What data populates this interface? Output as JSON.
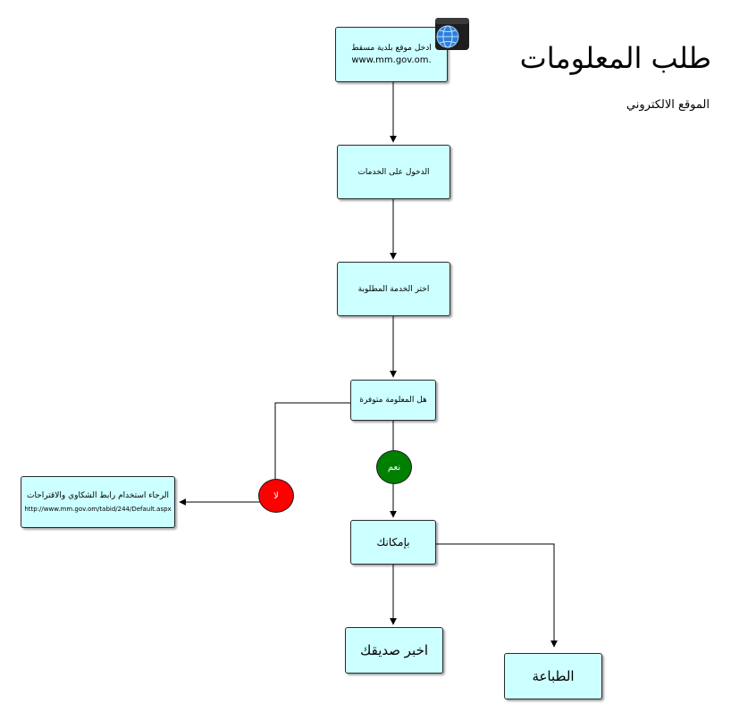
{
  "page": {
    "title": "طلب المعلومات",
    "subtitle": "الموقع الالكتروني"
  },
  "nodes": {
    "enter_site": {
      "line1": "ادخل موقع بلدية مسقط",
      "line2": "www.mm.gov.om."
    },
    "login": {
      "label": "الدخول على الخدمات"
    },
    "choose_service": {
      "label": "اختر الخدمة المطلوبة"
    },
    "decision": {
      "label": "هل المعلومة متوفرة"
    },
    "complaints": {
      "label": "الرجاء استخدام رابط الشكاوي والاقتراحات",
      "url": "http://www.mm.gov.om/tabid/244/Default.aspx"
    },
    "options": {
      "label": "بإمكانك"
    },
    "tell_friend": {
      "label": "اخبر صديقك"
    },
    "print": {
      "label": "الطباعة"
    }
  },
  "labels": {
    "no": "لا",
    "yes": "نعم"
  },
  "colors": {
    "box_fill": "#ccffff",
    "yes_fill": "#008000",
    "no_fill": "#ff0000"
  },
  "icons": {
    "browser": "globe-icon"
  }
}
